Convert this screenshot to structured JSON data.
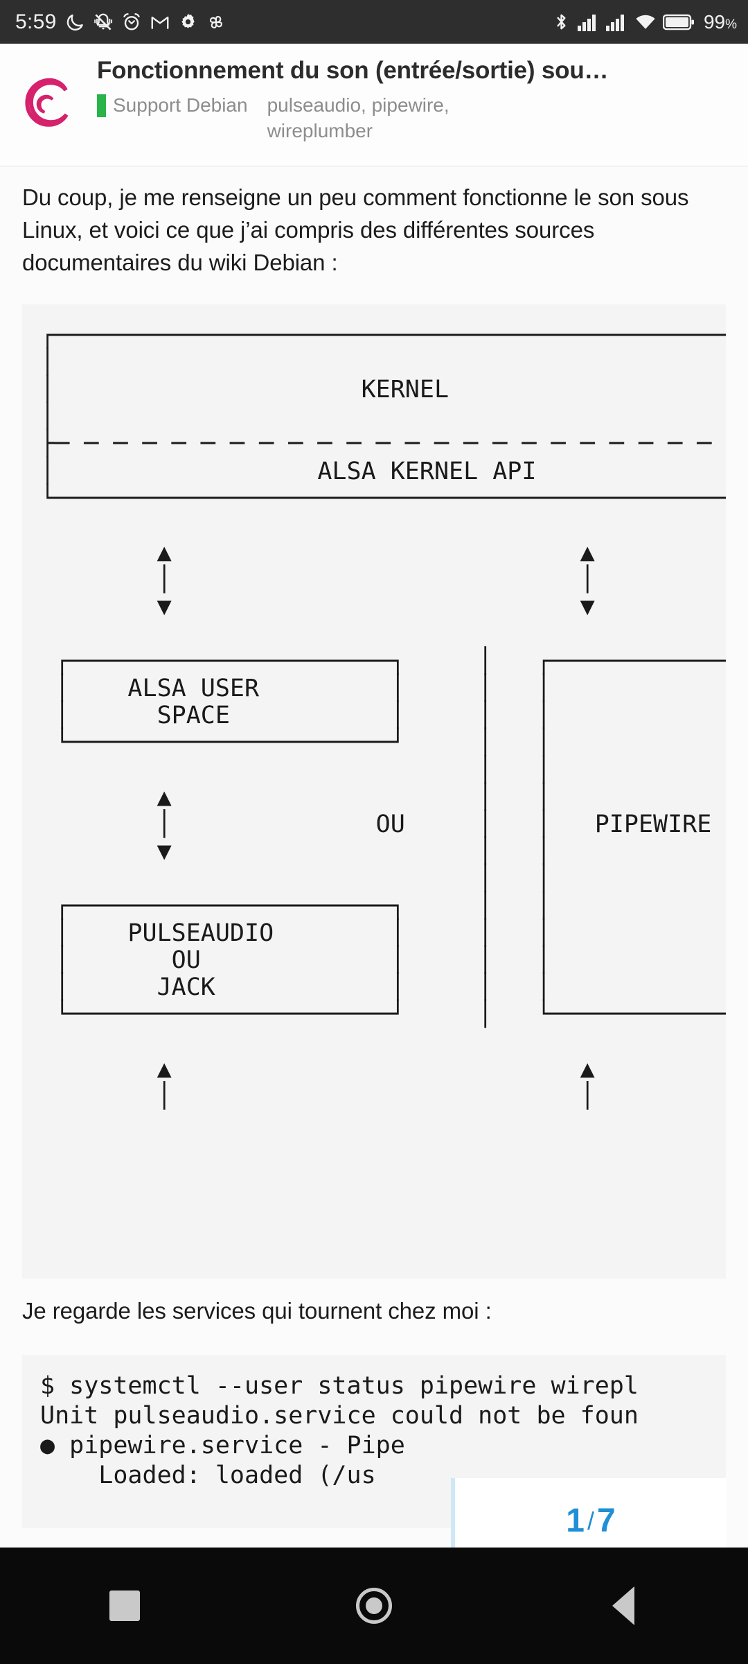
{
  "statusbar": {
    "time": "5:59",
    "battery_percent": "99",
    "battery_unit": "%",
    "left_icons": [
      "moon-icon",
      "bell-muted-icon",
      "alarm-clock-icon",
      "gmail-icon",
      "gear-icon",
      "pinwheel-icon"
    ],
    "right_icons": [
      "bluetooth-icon",
      "signal-sim1-icon",
      "signal-sim2-icon",
      "wifi-icon",
      "battery-icon"
    ]
  },
  "header": {
    "logo": "debian-swirl-logo",
    "title": "Fonctionnement du son (entrée/sortie) sou…",
    "category": "Support Debian",
    "category_color": "#29b34a",
    "tags": "pulseaudio, pipewire, wireplumber"
  },
  "article": {
    "paragraph1": "Du coup, je me renseigne un peu comment fonctionne le son sous Linux, et voici ce que j’ai compris des différentes sources documentaires du wiki Debian :",
    "paragraph2": "Je regarde les services qui tournent chez moi :",
    "diagram": "┌─────────────────────────────────────────────────────┐\n│                                                     │\n│                     KERNEL                          │\n│                                                     │\n├─ ─ ─ ─ ─ ─ ─ ─ ─ ─ ─ ─ ─ ─ ─ ─ ─ ─ ─ ─ ─ ─ ─ ─ ─ ─ ─┤\n│                  ALSA KERNEL API                    │\n└─────────────────────────────────────────────────────┘\n\n        ▲                            ▲\n        │                            │\n        ▼                            ▼\n\n ┌──────────────────────┐     │   ┌──────────────────\n │    ALSA USER         │     │   │\n │      SPACE           │     │   │\n └──────────────────────┘     │   │\n                              │   │\n        ▲                     │   │\n        │              OU     │   │   PIPEWIRE\n        ▼                     │   │\n                              │   │\n ┌──────────────────────┐     │   │\n │    PULSEAUDIO        │     │   │\n │       OU             │     │   │\n │      JACK            │     │   │\n └──────────────────────┘     │   └──────────────────\n\n        ▲                            ▲\n        │                            │",
    "code": "$ systemctl --user status pipewire wirepl\nUnit pulseaudio.service could not be foun\n● pipewire.service - Pipe\n    Loaded: loaded (/us"
  },
  "page_badge": {
    "current": "1",
    "separator": "/",
    "total": "7",
    "accent_color": "#1f8fd6"
  },
  "navbar": {
    "buttons": [
      "recents-button",
      "home-button",
      "back-button"
    ]
  }
}
